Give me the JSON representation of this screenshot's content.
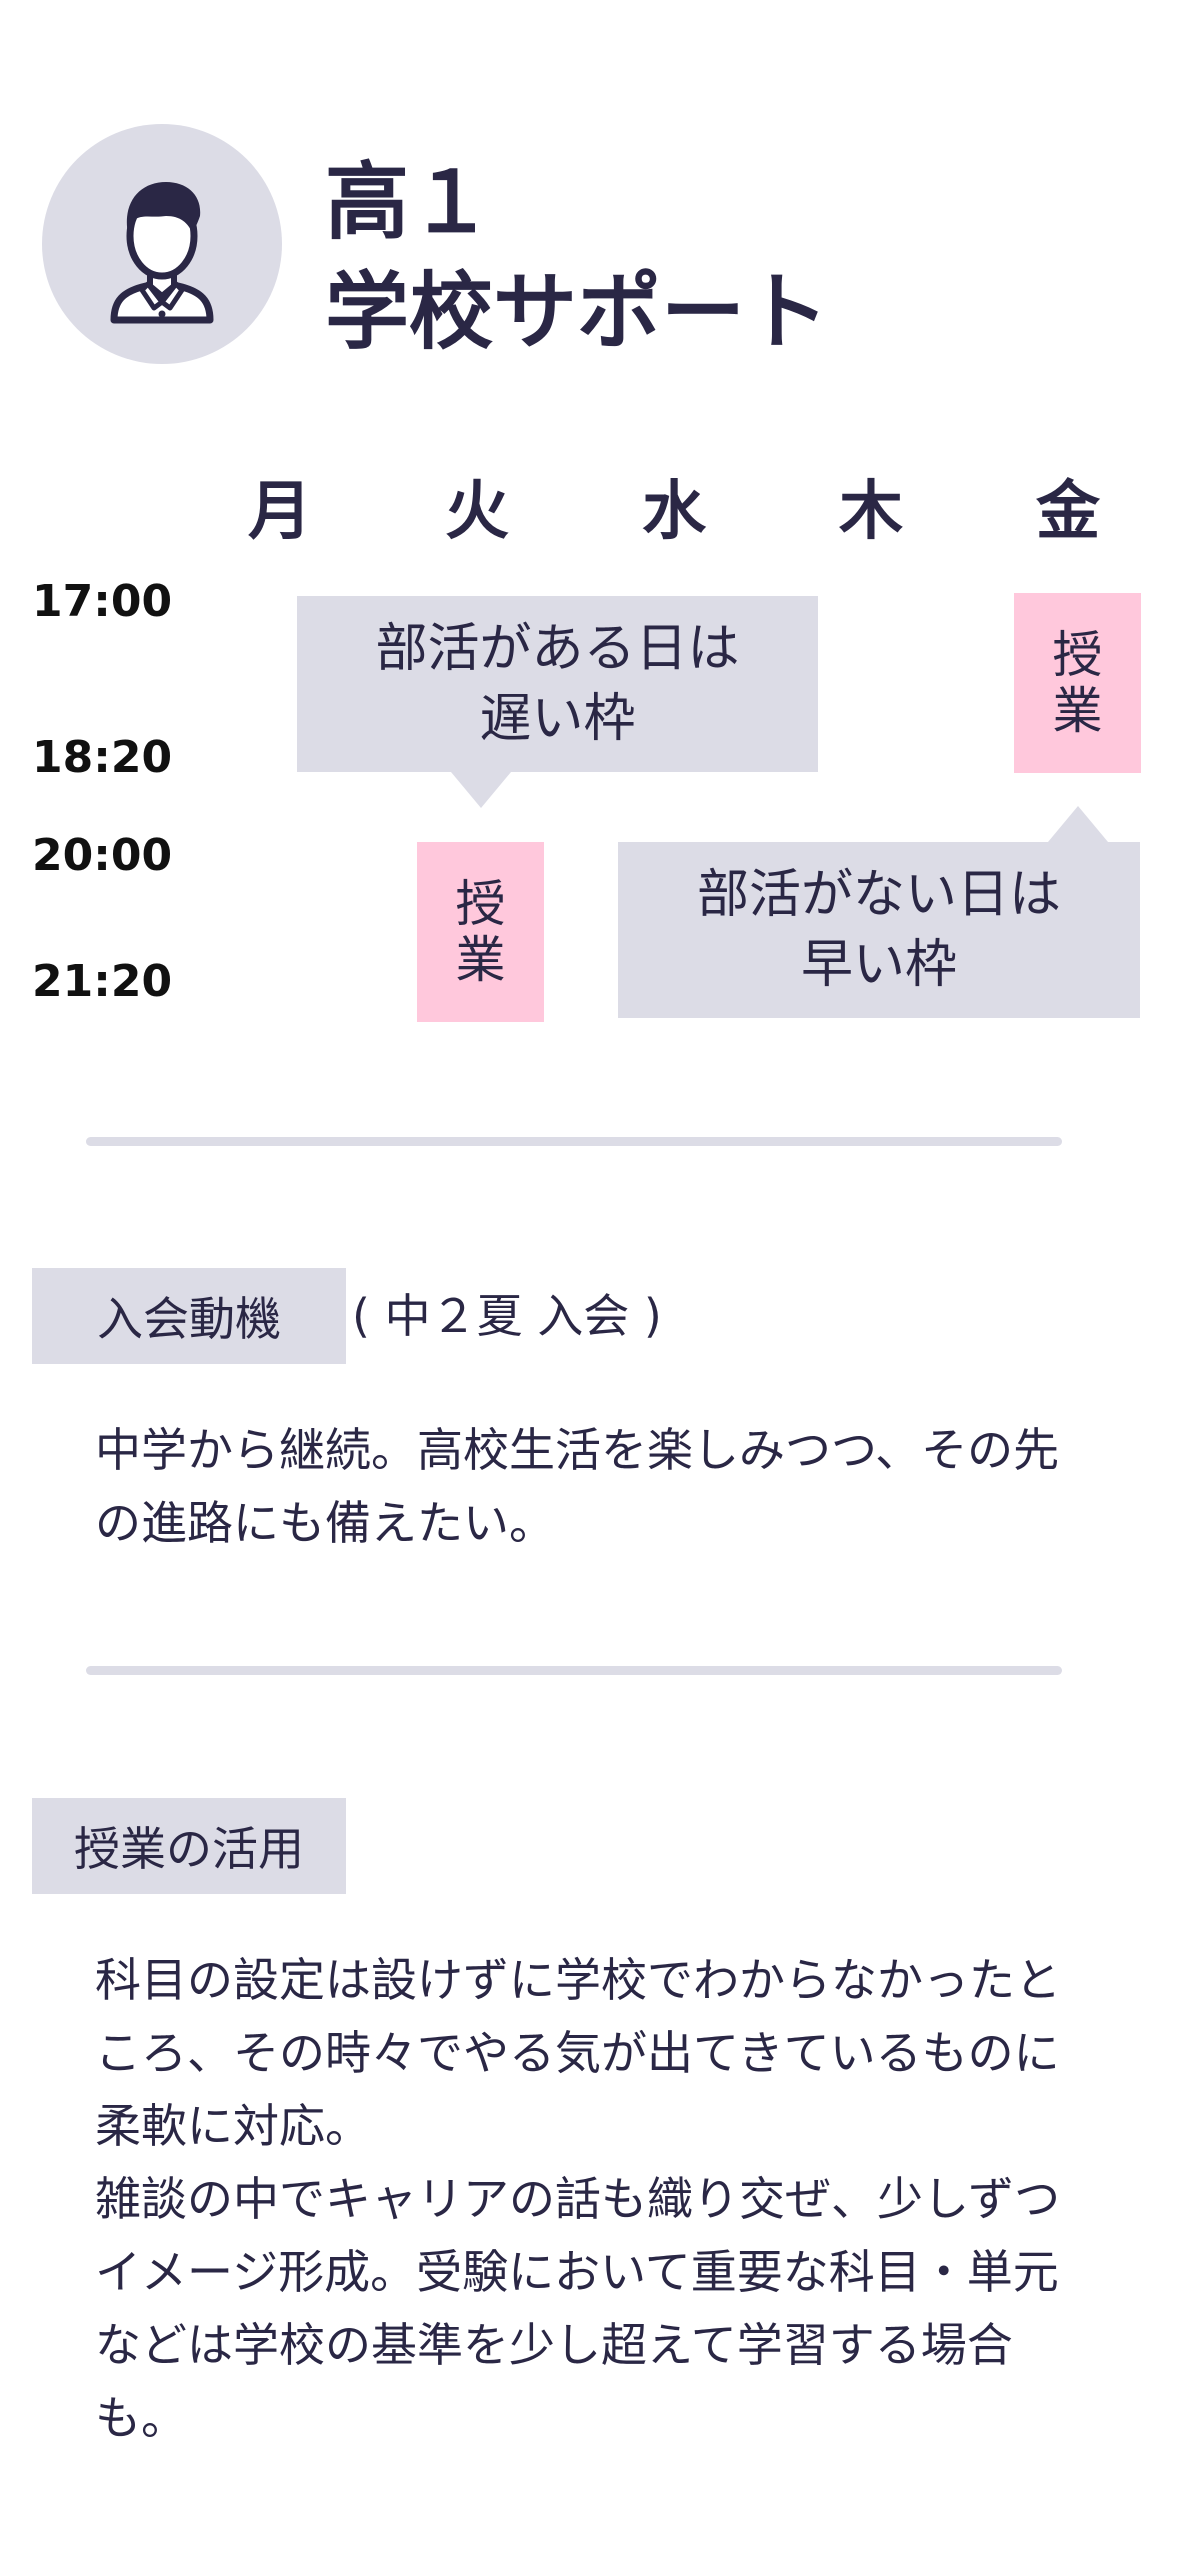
{
  "header": {
    "title_line1": "高１",
    "title_line2": "学校サポート",
    "avatar_icon": "student-avatar-icon"
  },
  "timetable": {
    "days": [
      "月",
      "火",
      "水",
      "木",
      "金"
    ],
    "times": [
      "17:00",
      "18:20",
      "20:00",
      "21:20"
    ],
    "late_callout": [
      "部活がある日は",
      "遅い枠"
    ],
    "early_callout": [
      "部活がない日は",
      "早い枠"
    ],
    "class_label": [
      "授",
      "業"
    ],
    "late_class_label": [
      "授",
      "業"
    ]
  },
  "motive": {
    "label": "入会動機",
    "note": "( 中２夏 入会 )",
    "text": "中学から継続。高校生活を楽しみつつ、その先の進路にも備えたい。"
  },
  "usage": {
    "label": "授業の活用",
    "text1": "科目の設定は設けずに学校でわからなかったところ、その時々でやる気が出てきているものに柔軟に対応。",
    "text2": "雑談の中でキャリアの話も織り交ぜ、少しずつイメージ形成。受験において重要な科目・単元などは学校の基準を少し超えて学習する場合も。"
  },
  "colors": {
    "navy": "#2a2745",
    "gray": "#dcdce6",
    "pink": "#ffc8dc"
  }
}
